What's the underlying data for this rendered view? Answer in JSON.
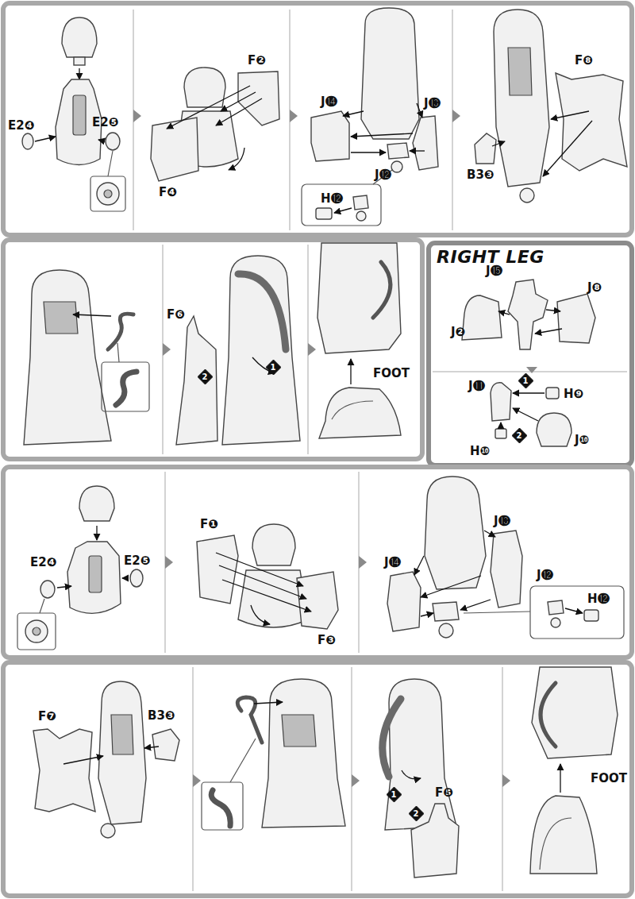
{
  "diagram": {
    "nodes": [
      {
        "text": [
          "2"
        ]
      },
      {
        "text": [
          "1"
        ]
      },
      {
        "text": [
          "1"
        ]
      },
      {
        "text": [
          "2"
        ]
      },
      {
        "text": [
          "1"
        ]
      },
      {
        "text": [
          "2"
        ]
      }
    ],
    "labels": [
      "E2❹",
      "E2❺",
      "F❷",
      "F❹",
      "J⓮",
      "J⓭",
      "J⓬",
      "H⓬",
      "F❽",
      "B3❸",
      "F❻",
      "FOOT",
      "RIGHT LEG",
      "J⓯",
      "J❽",
      "J❷",
      "J⓫",
      "H❾",
      "H❿",
      "J❿",
      "F❶",
      "F❸",
      "E2❹",
      "E2❺",
      "J⓮",
      "J⓭",
      "J⓬",
      "H⓬",
      "F❼",
      "B3❸",
      "F❺",
      "FOOT"
    ]
  }
}
